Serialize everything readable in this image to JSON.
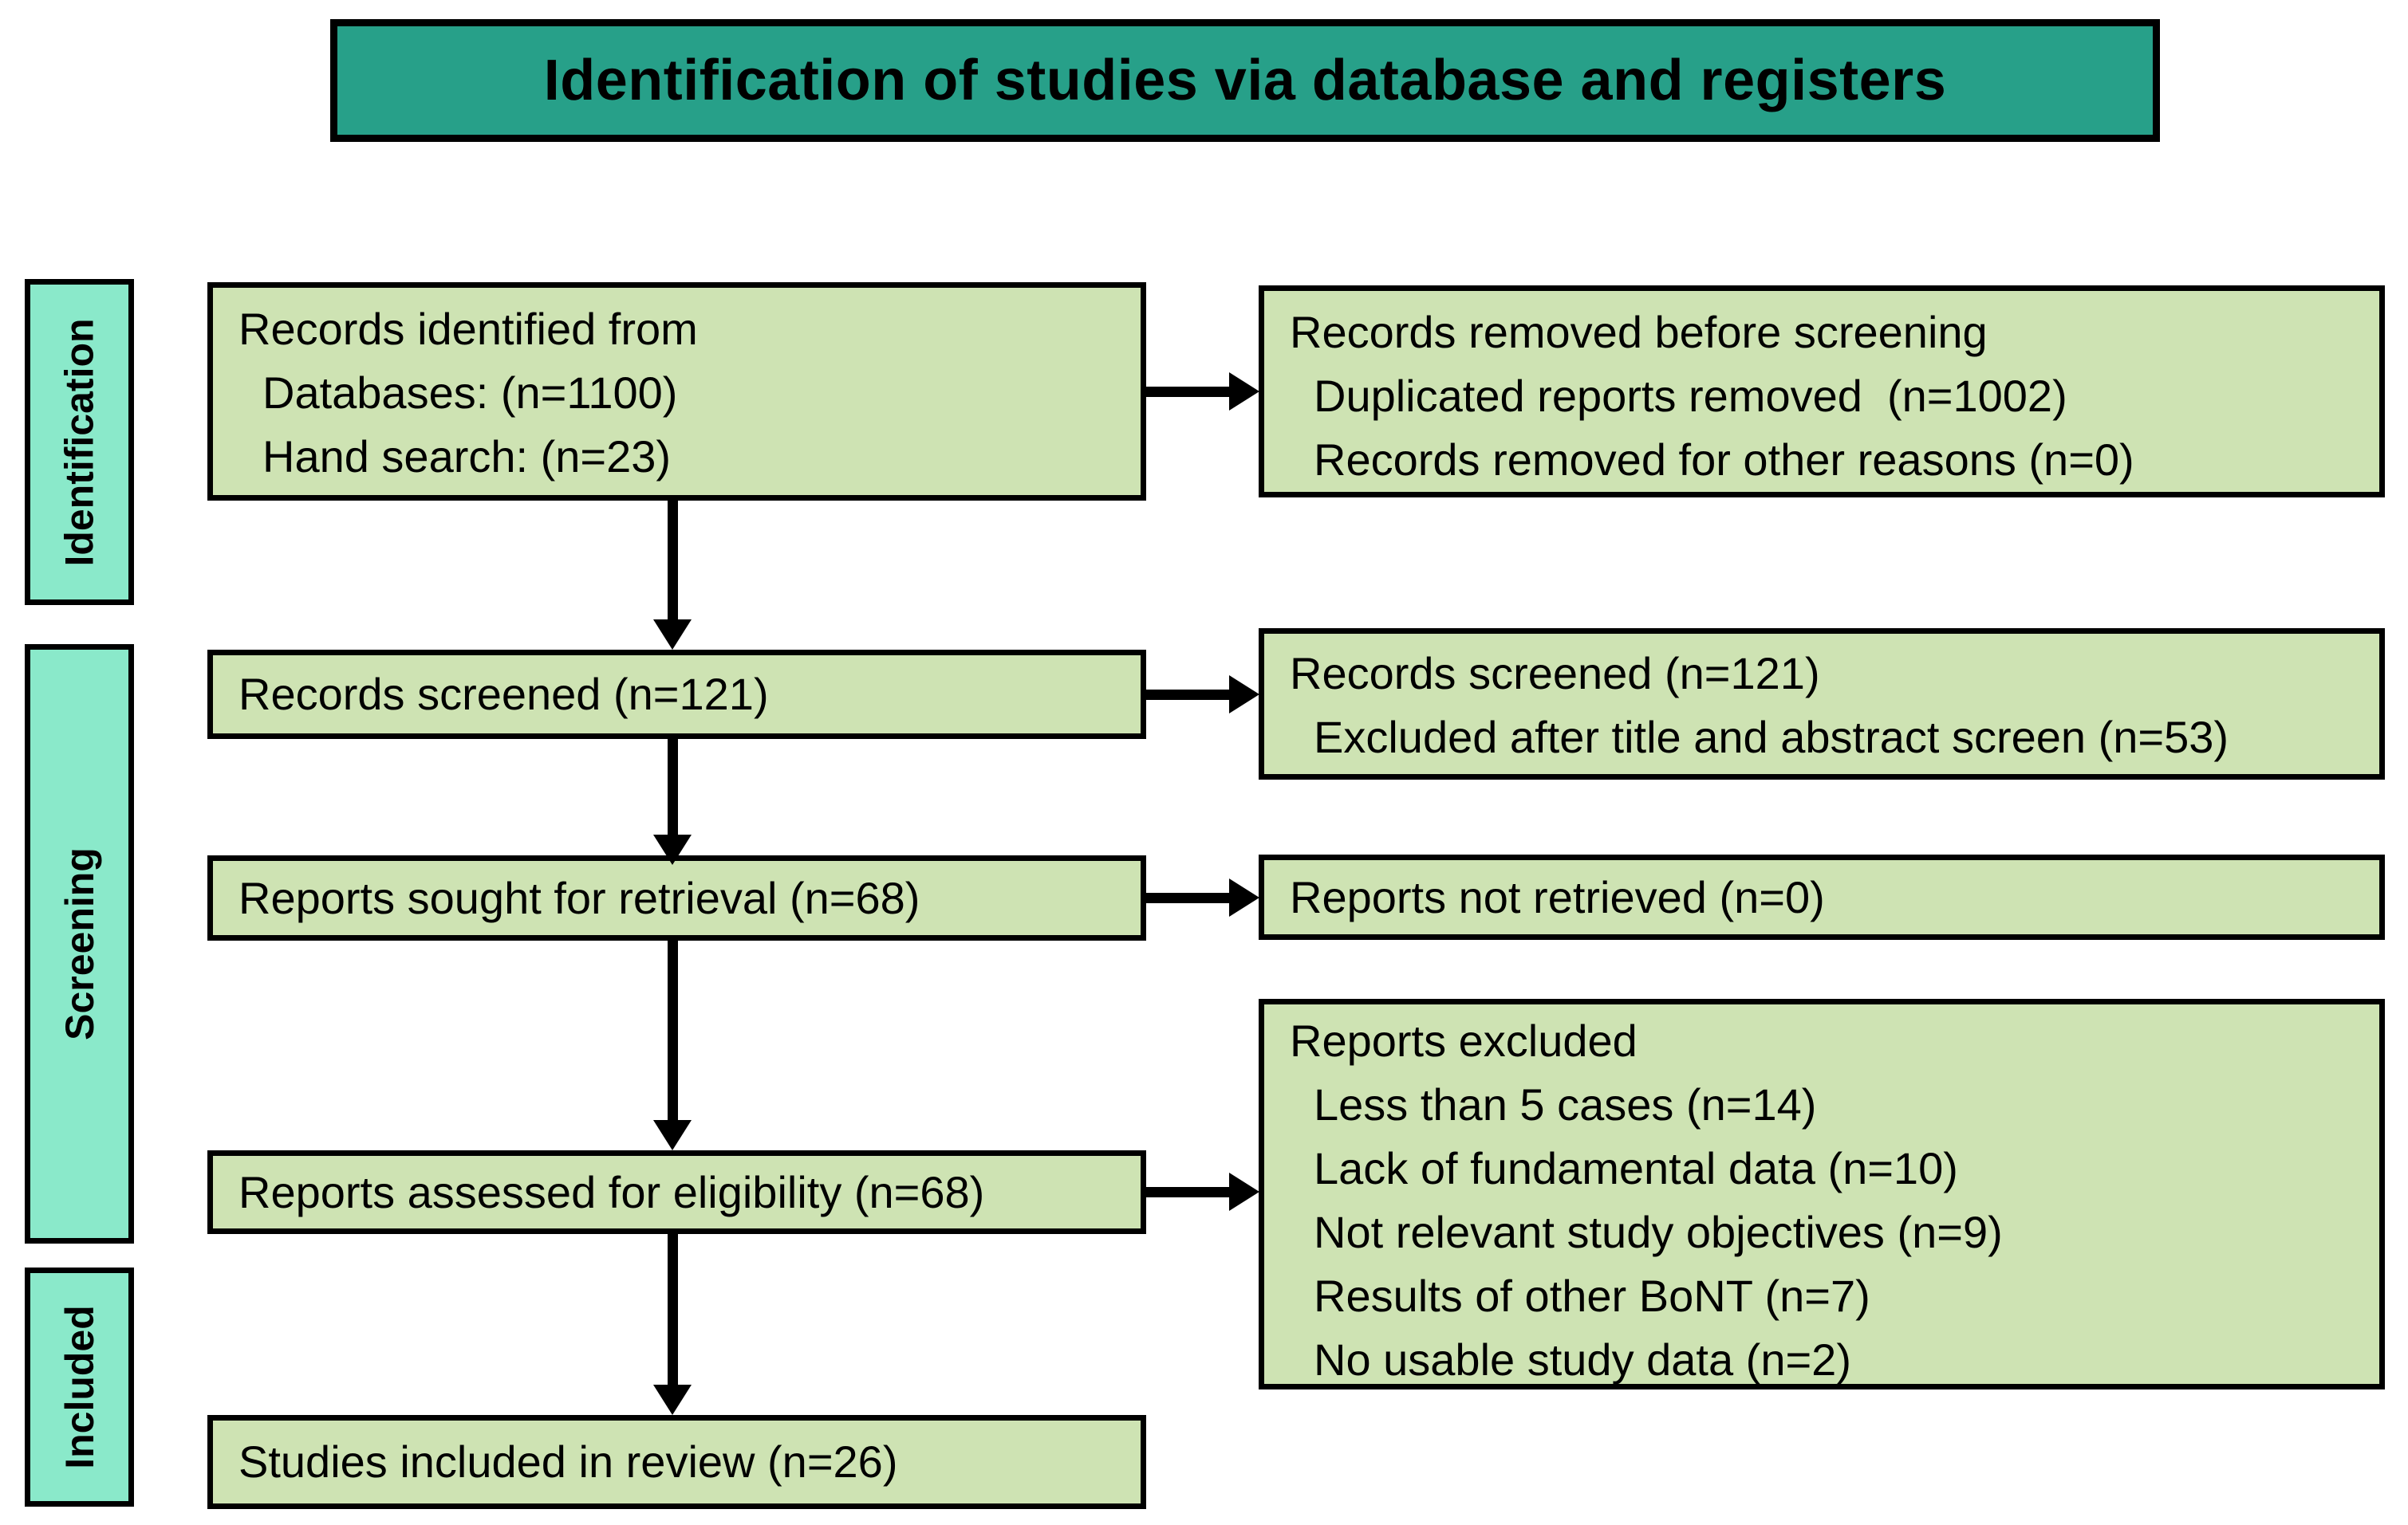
{
  "title": "Identification of studies via database and registers",
  "colors": {
    "banner_fill": "#27a089",
    "box_fill": "#cee3b3",
    "stage_fill": "#8ae9ca",
    "border": "#000000"
  },
  "stages": [
    {
      "label": "Identification"
    },
    {
      "label": "Screening"
    },
    {
      "label": "Included"
    }
  ],
  "boxes": {
    "records_identified": {
      "heading": "Records identified from",
      "items": [
        "Databases: (n=1100)",
        "Hand search: (n=23)"
      ]
    },
    "records_removed": {
      "heading": "Records removed before screening",
      "items": [
        "Duplicated reports removed  (n=1002)",
        "Records removed for other reasons (n=0)"
      ]
    },
    "records_screened": {
      "text": "Records screened (n=121)"
    },
    "screened_excluded": {
      "heading": "Records screened (n=121)",
      "items": [
        "Excluded after title and abstract screen (n=53)"
      ]
    },
    "reports_sought": {
      "text": "Reports sought for retrieval (n=68)"
    },
    "reports_not_retrieved": {
      "text": "Reports not retrieved (n=0)"
    },
    "reports_assessed": {
      "text": "Reports assessed for eligibility (n=68)"
    },
    "reports_excluded": {
      "heading": "Reports excluded",
      "items": [
        "Less than 5 cases (n=14)",
        "Lack of fundamental data (n=10)",
        "Not relevant study objectives (n=9)",
        "Results of other BoNT (n=7)",
        "No usable study data (n=2)"
      ]
    },
    "studies_included": {
      "text": "Studies included in review (n=26)"
    }
  }
}
